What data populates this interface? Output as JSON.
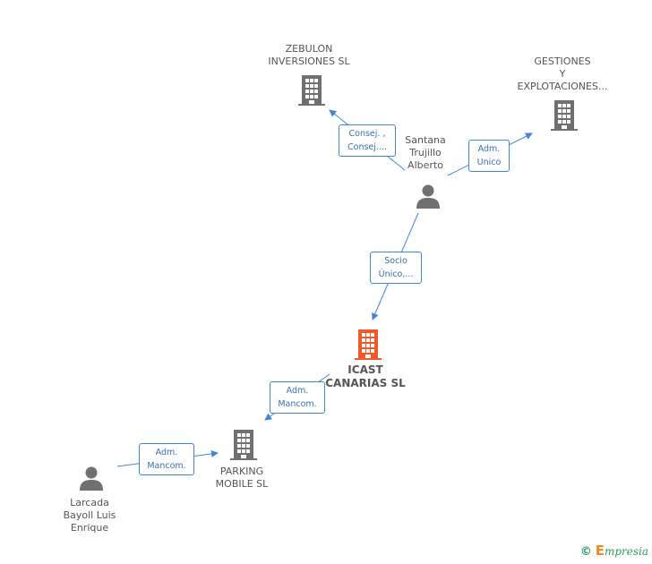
{
  "nodes": {
    "zebulon": {
      "name_lines": [
        "ZEBULON",
        "INVERSIONES SL"
      ],
      "type": "company"
    },
    "gestiones": {
      "name_lines": [
        "GESTIONES",
        "Y",
        "EXPLOTACIONES..."
      ],
      "type": "company"
    },
    "santana": {
      "name_lines": [
        "Santana",
        "Trujillo",
        "Alberto"
      ],
      "type": "person"
    },
    "icast": {
      "name_lines": [
        "ICAST",
        "CANARIAS SL"
      ],
      "type": "company",
      "highlighted": true
    },
    "parking": {
      "name_lines": [
        "PARKING",
        "MOBILE SL"
      ],
      "type": "company"
    },
    "larcada": {
      "name_lines": [
        "Larcada",
        "Bayoll Luis",
        "Enrique"
      ],
      "type": "person"
    }
  },
  "edges": {
    "santana_zebulon": {
      "label_lines": [
        "Consej. ,",
        "Consej...."
      ]
    },
    "santana_gestiones": {
      "label_lines": [
        "Adm.",
        "Unico"
      ]
    },
    "santana_icast": {
      "label_lines": [
        "Socio",
        "Único,..."
      ]
    },
    "icast_parking": {
      "label_lines": [
        "Adm.",
        "Mancom."
      ]
    },
    "larcada_parking": {
      "label_lines": [
        "Adm.",
        "Mancom."
      ]
    }
  },
  "colors": {
    "company": "#707070",
    "company_highlight": "#f05a28",
    "person": "#707070",
    "edge": "#3f86d6"
  },
  "footer": {
    "copyright": "©",
    "brand_initial": "E",
    "brand_rest": "mpresia"
  }
}
